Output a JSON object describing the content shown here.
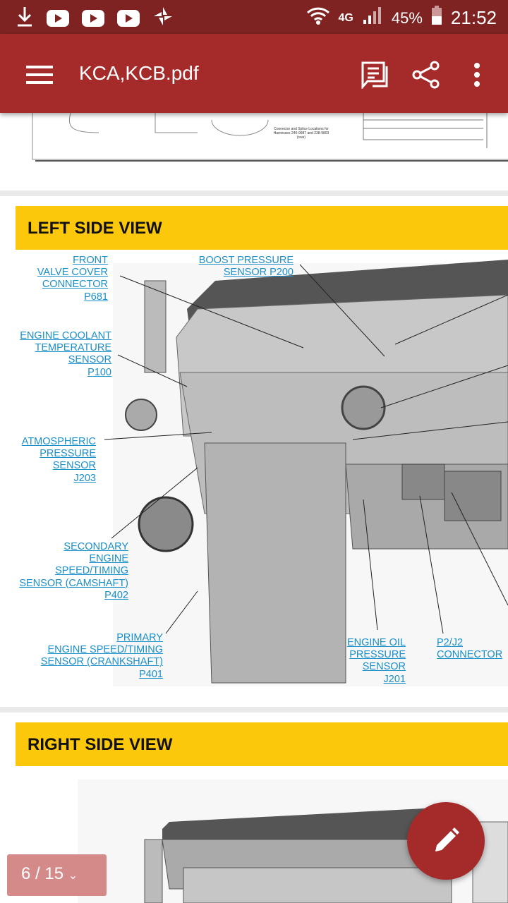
{
  "status_bar": {
    "battery": "45%",
    "time": "21:52",
    "network": "4G"
  },
  "app_bar": {
    "title": "KCA,KCB.pdf"
  },
  "prev_page": {
    "caption": "Connector and Splice Locations for Harnesses 240-9987 and 238-9803 (rear)"
  },
  "left_view": {
    "heading": "LEFT SIDE VIEW",
    "labels": {
      "front_valve": [
        "FRONT",
        "VALVE COVER",
        "CONNECTOR",
        "P681"
      ],
      "boost": [
        "BOOST PRESSURE",
        "SENSOR P200"
      ],
      "coolant": [
        "ENGINE COOLANT",
        "TEMPERATURE",
        "SENSOR",
        "P100"
      ],
      "atmos": [
        "ATMOSPHERIC",
        "PRESSURE",
        "SENSOR",
        "J203"
      ],
      "secondary": [
        "SECONDARY",
        "ENGINE",
        "SPEED/TIMING",
        "SENSOR (CAMSHAFT)",
        "P402"
      ],
      "primary": [
        "PRIMARY",
        "ENGINE SPEED/TIMING",
        "SENSOR (CRANKSHAFT)",
        "P401"
      ],
      "oil": [
        "ENGINE OIL",
        "PRESSURE",
        "SENSOR",
        "J201"
      ],
      "p2j2": [
        "P2/J2",
        "CONNECTOR"
      ]
    }
  },
  "right_view": {
    "heading": "RIGHT SIDE VIEW"
  },
  "pager": {
    "label": "6 / 15"
  }
}
